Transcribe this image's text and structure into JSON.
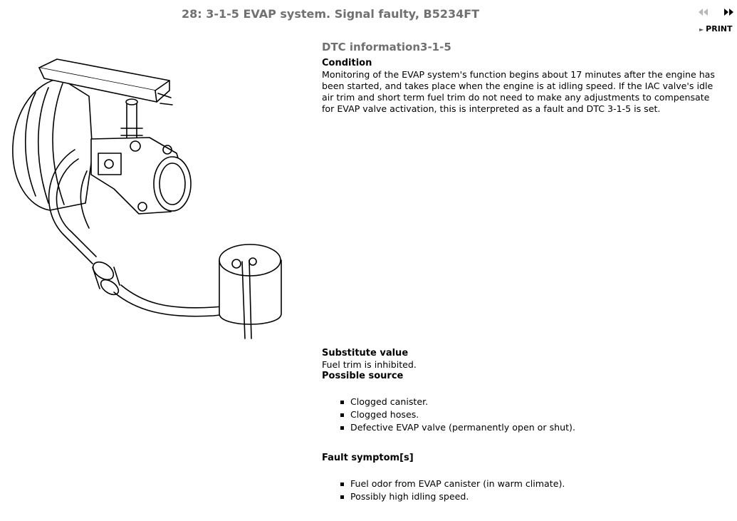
{
  "header": {
    "title": "28: 3-1-5 EVAP system. Signal faulty, B5234FT",
    "print_label": "PRINT",
    "prev_icon": "double-left-arrow-icon",
    "next_icon": "double-right-arrow-icon"
  },
  "figure": {
    "icon": "evap-system-illustration"
  },
  "content": {
    "section_title": "DTC information3-1-5",
    "condition_heading": "Condition",
    "condition_lines": [
      "Monitoring of the EVAP system's function begins about 17 minutes after the engine has",
      "been started, and takes place when the engine is at idling speed. If the IAC valve's idle",
      "air trim and short term fuel trim do not need to make any adjustments to compensate",
      "for EVAP valve activation, this is interpreted as a fault and DTC 3-1-5 is set."
    ],
    "substitute_heading": "Substitute value",
    "substitute_text": "Fuel trim is inhibited.",
    "source_heading": "Possible source",
    "sources": [
      "Clogged canister.",
      "Clogged hoses.",
      "Defective EVAP valve (permanently open or shut)."
    ],
    "symptom_heading": "Fault symptom[s]",
    "symptoms": [
      "Fuel odor from EVAP canister (in warm climate).",
      "Possibly high idling speed."
    ]
  },
  "colors": {
    "title_gray": "#707070",
    "nav_disabled": "#b8b8b8",
    "text": "#000000"
  }
}
